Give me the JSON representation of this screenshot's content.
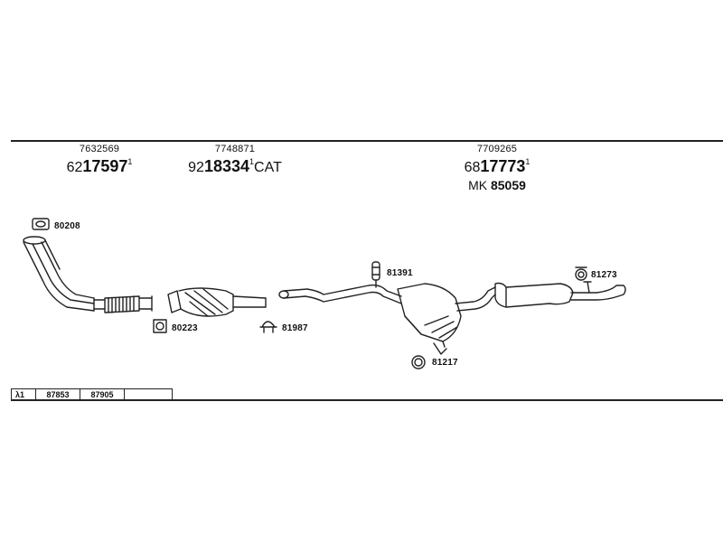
{
  "groups": [
    {
      "ref": "7632569",
      "prefix": "62",
      "bold": "17597",
      "suffix": "1",
      "extra": ""
    },
    {
      "ref": "7748871",
      "prefix": "92",
      "bold": "18334",
      "suffix": "1",
      "extra": "CAT"
    },
    {
      "ref": "7709265",
      "prefix": "68",
      "bold": "17773",
      "suffix": "1",
      "extra": ""
    }
  ],
  "mk": {
    "prefix": "MK",
    "bold": "85059"
  },
  "parts": {
    "p80208": "80208",
    "p80223": "80223",
    "p81987": "81987",
    "p81391": "81391",
    "p81217": "81217",
    "p81273": "81273"
  },
  "legend": {
    "symbol": "λ",
    "symbol_sup": "1",
    "c1": "87853",
    "c2": "87905",
    "c3": ""
  }
}
